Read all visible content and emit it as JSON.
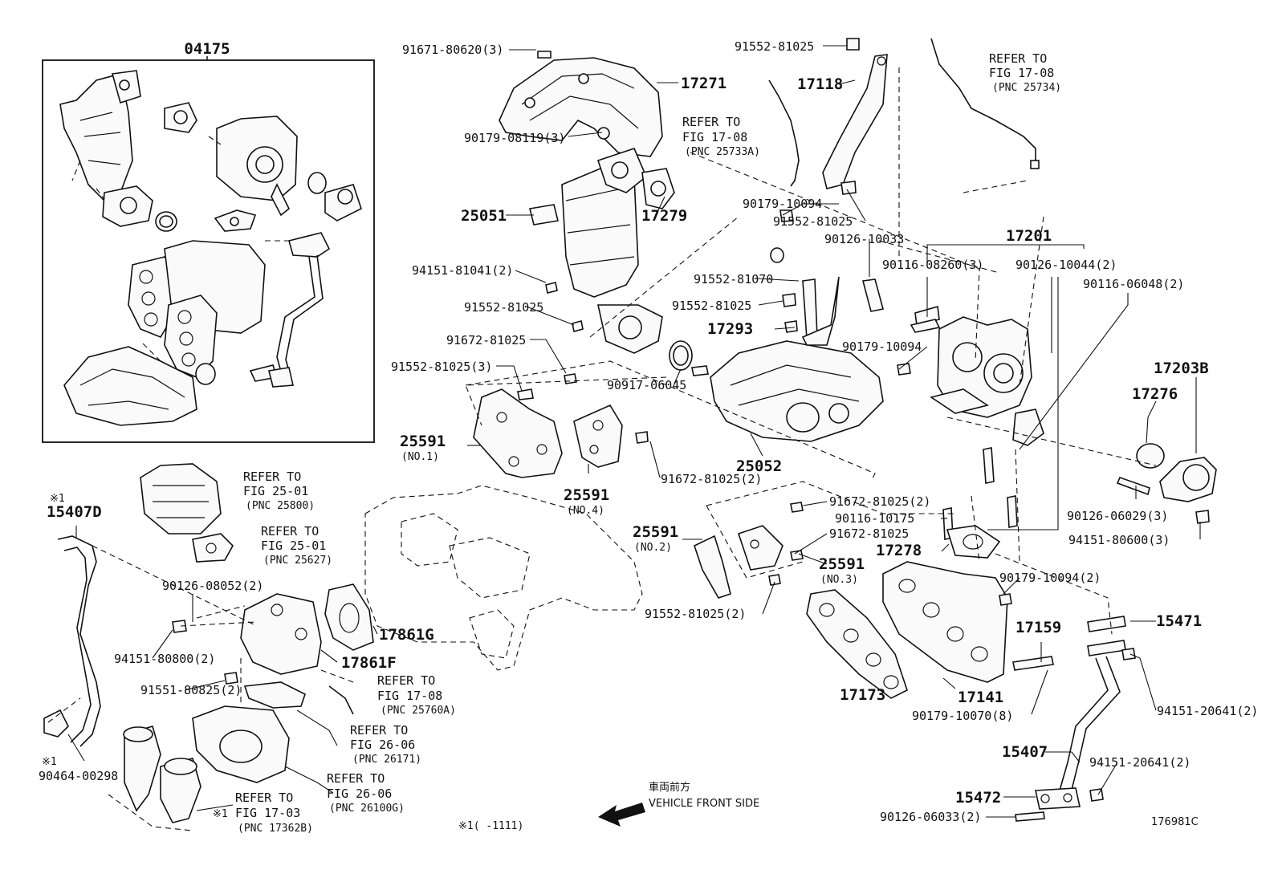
{
  "diagram_id": "176981C",
  "kit": {
    "label": "04175"
  },
  "direction": {
    "jp": "車両前方",
    "en": "VEHICLE FRONT SIDE"
  },
  "footnote": "※1(     -1111)",
  "refer": {
    "r1": [
      "REFER TO",
      "FIG 17-08",
      "(PNC 25734)"
    ],
    "r2": [
      "REFER TO",
      "FIG 17-08",
      "(PNC 25733A)"
    ],
    "r3": [
      "REFER TO",
      "FIG 25-01",
      "(PNC 25800)"
    ],
    "r4": [
      "REFER TO",
      "FIG 25-01",
      "(PNC 25627)"
    ],
    "r5": [
      "REFER TO",
      "FIG 17-08",
      "(PNC 25760A)"
    ],
    "r6": [
      "REFER TO",
      "FIG 26-06",
      "(PNC 26171)"
    ],
    "r7": [
      "REFER TO",
      "FIG 26-06",
      "(PNC 26100G)"
    ],
    "r8": [
      "REFER TO",
      "FIG 17-03",
      "(PNC 17362B)"
    ]
  },
  "labels": {
    "p91671": "91671-80620(3)",
    "p17271": "17271",
    "p90179_08119": "90179-08119(3)",
    "p25051": "25051",
    "p17279": "17279",
    "p94151_81041": "94151-81041(2)",
    "p91552_a": "91552-81025",
    "p91672_a": "91672-81025",
    "p91552_3": "91552-81025(3)",
    "p90917": "90917-06045",
    "p25591_1": "25591",
    "p25591_1s": "(NO.1)",
    "p25591_4": "25591",
    "p25591_4s": "(NO.4)",
    "p91672_2a": "91672-81025(2)",
    "p25052": "25052",
    "p91552_top": "91552-81025",
    "p17118": "17118",
    "p90179_10094a": "90179-10094",
    "p91552_b": "91552-81025",
    "p90126_10033": "90126-10033",
    "p91552_81070": "91552-81070",
    "p91552_c": "91552-81025",
    "p17293": "17293",
    "p90179_10094b": "90179-10094",
    "p17201": "17201",
    "p90116_08260": "90116-08260(3)",
    "p90126_10044": "90126-10044(2)",
    "p90116_06048": "90116-06048(2)",
    "p17203B": "17203B",
    "p17276": "17276",
    "p90126_06029": "90126-06029(3)",
    "p94151_80600": "94151-80600(3)",
    "p91672_2b": "91672-81025(2)",
    "p90116_10175": "90116-10175",
    "p91672_b": "91672-81025",
    "p17278": "17278",
    "p25591_2": "25591",
    "p25591_2s": "(NO.2)",
    "p25591_3": "25591",
    "p25591_3s": "(NO.3)",
    "p91552_2": "91552-81025(2)",
    "p90179_10094c": "90179-10094(2)",
    "p17159": "17159",
    "p15471": "15471",
    "p17173": "17173",
    "p17141": "17141",
    "p90179_10070": "90179-10070(8)",
    "p94151_20641a": "94151-20641(2)",
    "p15407": "15407",
    "p94151_20641b": "94151-20641(2)",
    "p15472": "15472",
    "p90126_06033": "90126-06033(2)",
    "mark1a": "※1",
    "p15407D": "15407D",
    "p90126_08052": "90126-08052(2)",
    "p94151_80800": "94151-80800(2)",
    "p17861G": "17861G",
    "p17861F": "17861F",
    "p91551_80825": "91551-80825(2)",
    "mark1b": "※1",
    "p90464": "90464-00298",
    "mark1c": "※1"
  }
}
